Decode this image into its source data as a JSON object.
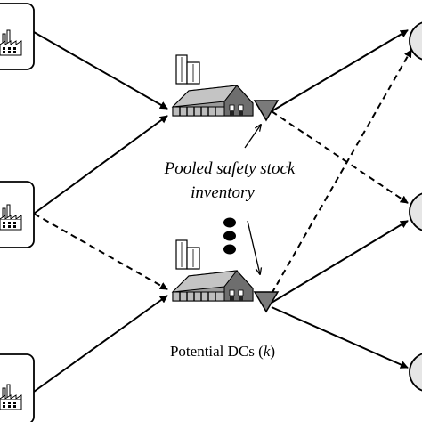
{
  "labels": {
    "pooled_line1": "Pooled safety stock",
    "pooled_line2": "inventory",
    "potential_dcs_prefix": "Potential DCs (",
    "potential_dcs_var": "k",
    "potential_dcs_suffix": ")"
  },
  "nodes": {
    "suppliers": [
      "supplier-top",
      "supplier-middle",
      "supplier-bottom"
    ],
    "dcs": [
      "dc-top",
      "dc-bottom"
    ],
    "customers": [
      "customer-top",
      "customer-middle",
      "customer-bottom"
    ],
    "ellipsis_dots": 3
  },
  "edges": [
    {
      "from": "supplier-top",
      "to": "dc-top",
      "style": "solid"
    },
    {
      "from": "supplier-middle",
      "to": "dc-top",
      "style": "solid"
    },
    {
      "from": "supplier-middle",
      "to": "dc-bottom",
      "style": "dashed"
    },
    {
      "from": "supplier-bottom",
      "to": "dc-bottom",
      "style": "solid"
    },
    {
      "from": "dc-top",
      "to": "customer-top",
      "style": "solid"
    },
    {
      "from": "dc-top",
      "to": "customer-middle",
      "style": "dashed"
    },
    {
      "from": "dc-bottom",
      "to": "customer-top",
      "style": "dashed"
    },
    {
      "from": "dc-bottom",
      "to": "customer-middle",
      "style": "solid"
    },
    {
      "from": "dc-bottom",
      "to": "customer-bottom",
      "style": "solid"
    }
  ],
  "colors": {
    "line": "#000000",
    "triangle": "#7a7a7a",
    "customer_fill": "#e6e6e6",
    "building": "#8f8f8f"
  }
}
